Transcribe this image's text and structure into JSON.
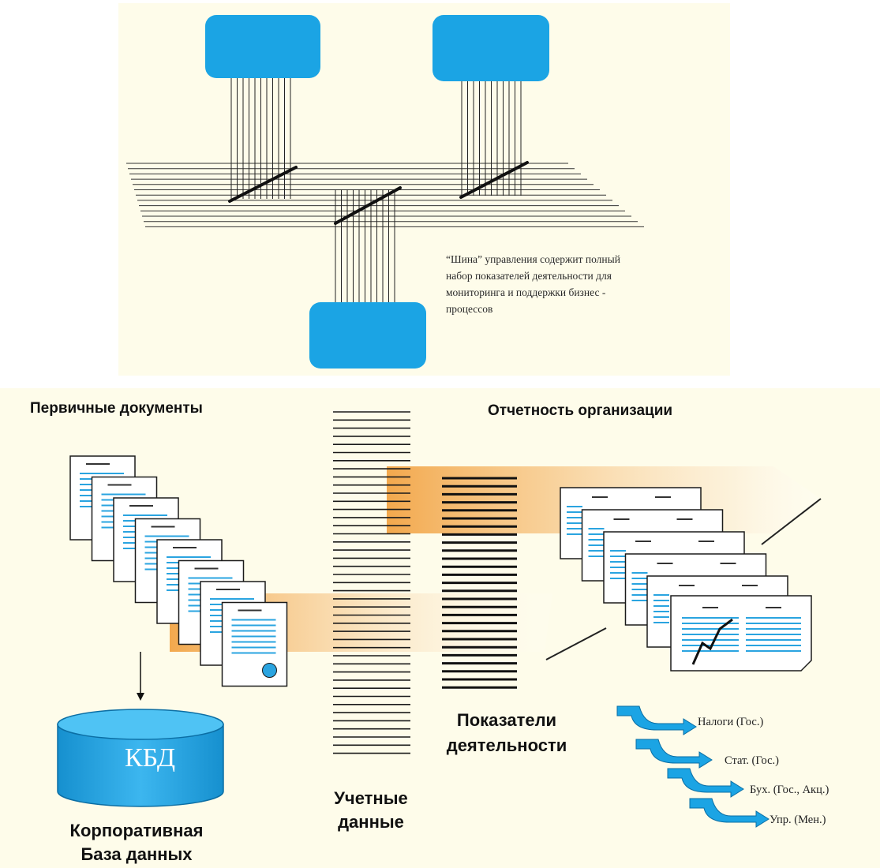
{
  "bus_note": "“Шина” управления содержит полный\nнабор показателей деятельности для\nмониторинга и поддержки бизнес -\nпроцессов",
  "headers": {
    "primary_documents": "Первичные документы",
    "organization_reports": "Отчетность организации",
    "performance_indicators": "Показатели\nдеятельности",
    "accounting_data": "Учетные\nданные",
    "corporate_db": "Корпоративная\nБаза данных"
  },
  "database": {
    "label": "КБД"
  },
  "outputs": [
    "Налоги (Гос.)",
    "Стат. (Гос.)",
    "Бух. (Гос., Акц.)",
    "Упр. (Мен.)"
  ],
  "colors": {
    "node_blue": "#1ba4e4",
    "panel_bg": "#fefcea",
    "arrow_orange": "#f2a445",
    "doc_blue": "#2aa4e0"
  }
}
